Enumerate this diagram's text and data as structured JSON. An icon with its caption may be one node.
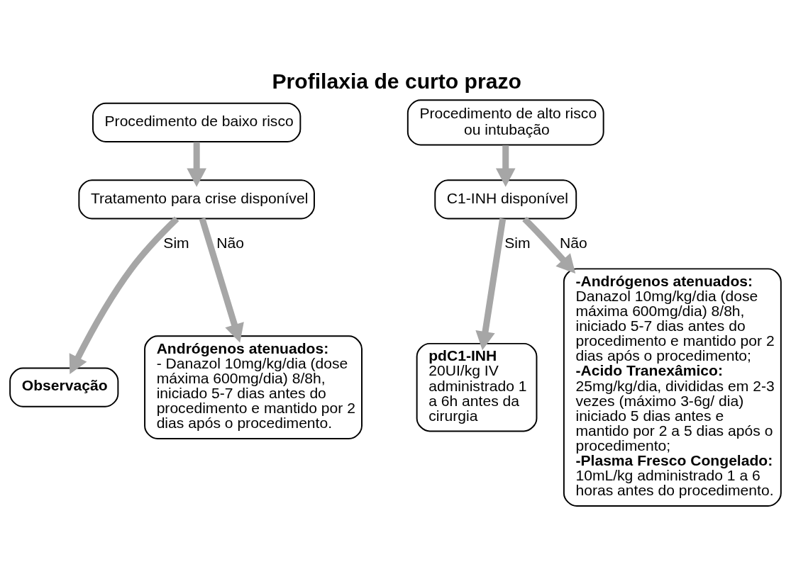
{
  "diagram": {
    "title": "Profilaxia de curto prazo",
    "nodes": [
      {
        "text": [
          "Procedimento de baixo risco"
        ]
      },
      {
        "text": [
          "Tratamento para crise disponível"
        ]
      },
      {
        "text": [
          "Observação"
        ]
      },
      {
        "text": [
          "Andrógenos atenuados:",
          "- Danazol 10mg/kg/dia (dose máxima 600mg/dia) 8/8h, iniciado 5-7 dias antes do procedimento e mantido por 2 dias após o procedimento."
        ]
      },
      {
        "text": [
          "Procedimento de alto risco ou intubação"
        ]
      },
      {
        "text": [
          "C1-INH disponível"
        ]
      },
      {
        "text": [
          "pdC1-INH",
          "20UI/kg IV administrado 1 a 6h antes da cirurgia"
        ]
      },
      {
        "text": [
          "-Andrógenos atenuados:",
          "Danazol 10mg/kg/dia (dose máxima 600mg/dia) 8/8h, iniciado 5-7 dias antes do procedimento e mantido por 2 dias após o procedimento;",
          "-Acido Tranexâmico:",
          "25mg/kg/dia, divididas em 2-3 vezes (máximo 3-6g/ dia) iniciado 5 dias antes e mantido por 2 a 5 dias após o procedimento;",
          "-Plasma Fresco Congelado:",
          "10mL/kg administrado 1 a 6 horas antes do procedimento."
        ]
      }
    ],
    "edges": [
      {
        "from": 0,
        "to": 1,
        "arrow": "to"
      },
      {
        "from": 1,
        "to": 2,
        "arrow": "to",
        "label": "Sim"
      },
      {
        "from": 1,
        "to": 3,
        "arrow": "to",
        "label": "Não"
      },
      {
        "from": 4,
        "to": 5,
        "arrow": "to"
      },
      {
        "from": 5,
        "to": 6,
        "arrow": "to",
        "label": "Sim"
      },
      {
        "from": 5,
        "to": 7,
        "arrow": "to",
        "label": "Não"
      }
    ]
  }
}
